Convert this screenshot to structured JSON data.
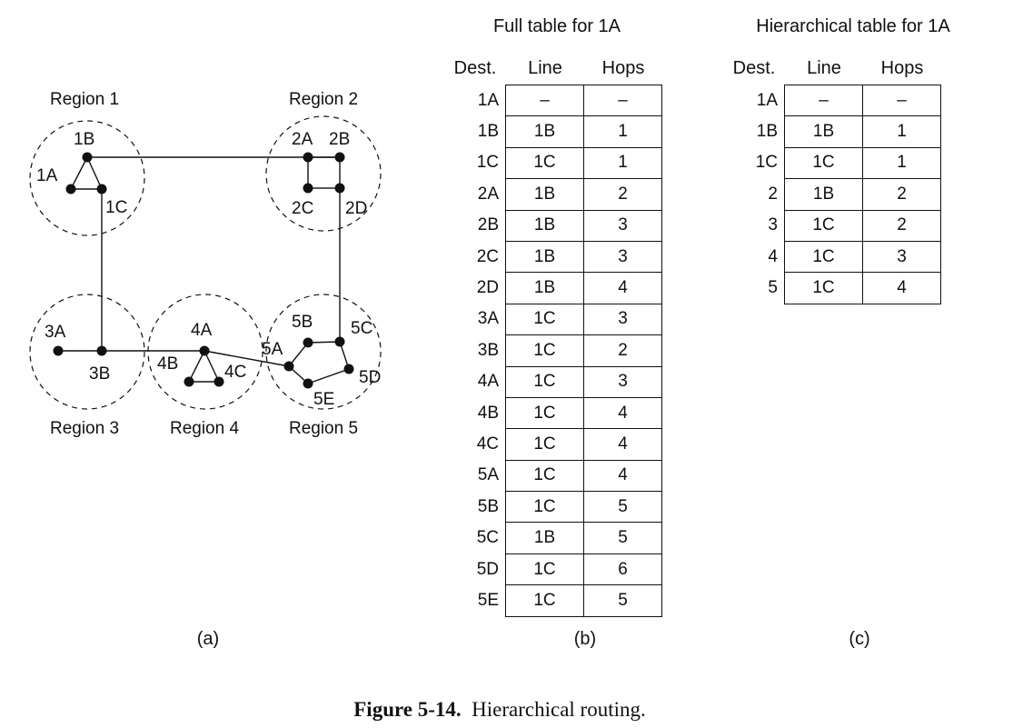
{
  "diagram": {
    "regions": [
      "Region 1",
      "Region 2",
      "Region 3",
      "Region 4",
      "Region 5"
    ],
    "routers": [
      "1A",
      "1B",
      "1C",
      "2A",
      "2B",
      "2C",
      "2D",
      "3A",
      "3B",
      "4A",
      "4B",
      "4C",
      "5A",
      "5B",
      "5C",
      "5D",
      "5E"
    ]
  },
  "full_table": {
    "title": "Full table for 1A",
    "headers": [
      "Dest.",
      "Line",
      "Hops"
    ],
    "rows": [
      [
        "1A",
        "–",
        "–"
      ],
      [
        "1B",
        "1B",
        "1"
      ],
      [
        "1C",
        "1C",
        "1"
      ],
      [
        "2A",
        "1B",
        "2"
      ],
      [
        "2B",
        "1B",
        "3"
      ],
      [
        "2C",
        "1B",
        "3"
      ],
      [
        "2D",
        "1B",
        "4"
      ],
      [
        "3A",
        "1C",
        "3"
      ],
      [
        "3B",
        "1C",
        "2"
      ],
      [
        "4A",
        "1C",
        "3"
      ],
      [
        "4B",
        "1C",
        "4"
      ],
      [
        "4C",
        "1C",
        "4"
      ],
      [
        "5A",
        "1C",
        "4"
      ],
      [
        "5B",
        "1C",
        "5"
      ],
      [
        "5C",
        "1B",
        "5"
      ],
      [
        "5D",
        "1C",
        "6"
      ],
      [
        "5E",
        "1C",
        "5"
      ]
    ]
  },
  "hier_table": {
    "title": "Hierarchical table for 1A",
    "headers": [
      "Dest.",
      "Line",
      "Hops"
    ],
    "rows": [
      [
        "1A",
        "–",
        "–"
      ],
      [
        "1B",
        "1B",
        "1"
      ],
      [
        "1C",
        "1C",
        "1"
      ],
      [
        "2",
        "1B",
        "2"
      ],
      [
        "3",
        "1C",
        "2"
      ],
      [
        "4",
        "1C",
        "3"
      ],
      [
        "5",
        "1C",
        "4"
      ]
    ]
  },
  "panel_labels": [
    "(a)",
    "(b)",
    "(c)"
  ],
  "caption": {
    "number": "Figure 5-14.",
    "text": "Hierarchical routing."
  }
}
